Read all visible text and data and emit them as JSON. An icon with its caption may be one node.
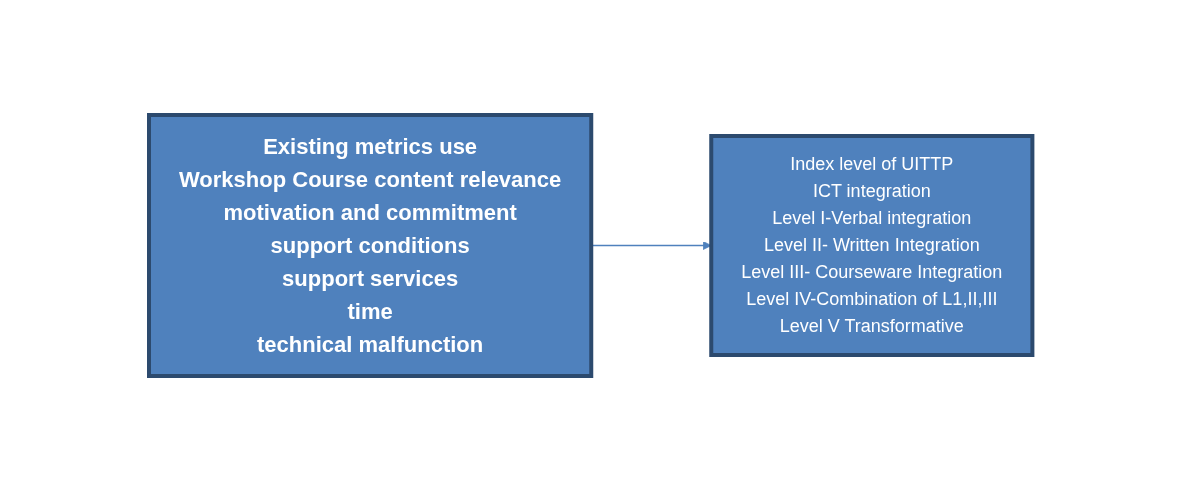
{
  "diagram": {
    "nodes": [
      {
        "text": [
          "Existing metrics use",
          "Workshop Course content relevance",
          "motivation and commitment",
          "support conditions",
          "support services",
          "time",
          "technical malfunction"
        ]
      },
      {
        "text": [
          "Index level of UITTP",
          "ICT integration",
          "Level I-Verbal integration",
          "Level II- Written Integration",
          "Level III- Courseware Integration",
          "Level IV-Combination of L1,II,III",
          "Level V Transformative"
        ]
      }
    ],
    "edges": [
      {
        "from": 0,
        "to": 1,
        "arrow": "to"
      }
    ]
  }
}
